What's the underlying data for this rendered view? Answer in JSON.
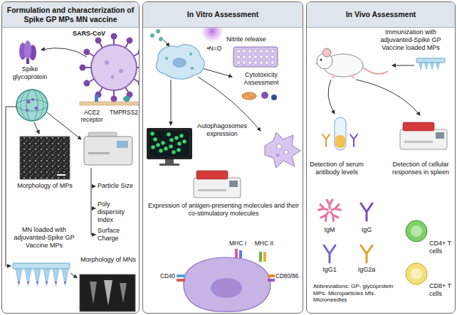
{
  "diagram": {
    "nodes": [
      {
        "text": [
          "Formulation and characterization of Spike GP MPs MN vaccine"
        ]
      },
      {
        "text": [
          "In Vitro Assessment"
        ]
      },
      {
        "text": [
          "In Vivo Assessment"
        ]
      }
    ],
    "labels": [
      "Spike glycoprotein",
      "SARS-CoV",
      "ACE2 receptor",
      "TMPRSS2",
      "Morphology of MPs",
      "Particle Size",
      "Poly dispersity Index",
      "Surface Charge",
      "MN loaded with adjuvanted-Spike GP Vaccine MPs",
      "Morphology of MNs",
      "Nitrite release",
      "•N=O",
      "Cytotoxicity Assessment",
      "Autophagosomes expression",
      "Expression of antigen-presenting molecules and their co-stimulatory molecules",
      "MHC I",
      "MHC II",
      "CD40",
      "CD80/86",
      "Immunization with adjuvanted-Spike GP Vaccine loaded MPs",
      "Detection of serum antibody levels",
      "Detection of cellular responses in spleen",
      "IgM",
      "IgG",
      "IgG1",
      "IgG2a",
      "Abbreviations: GP- glycoprotein MPs- Microparticles MN- Microneedles",
      "CD4+ T cells",
      "CD8+ T cells"
    ]
  }
}
